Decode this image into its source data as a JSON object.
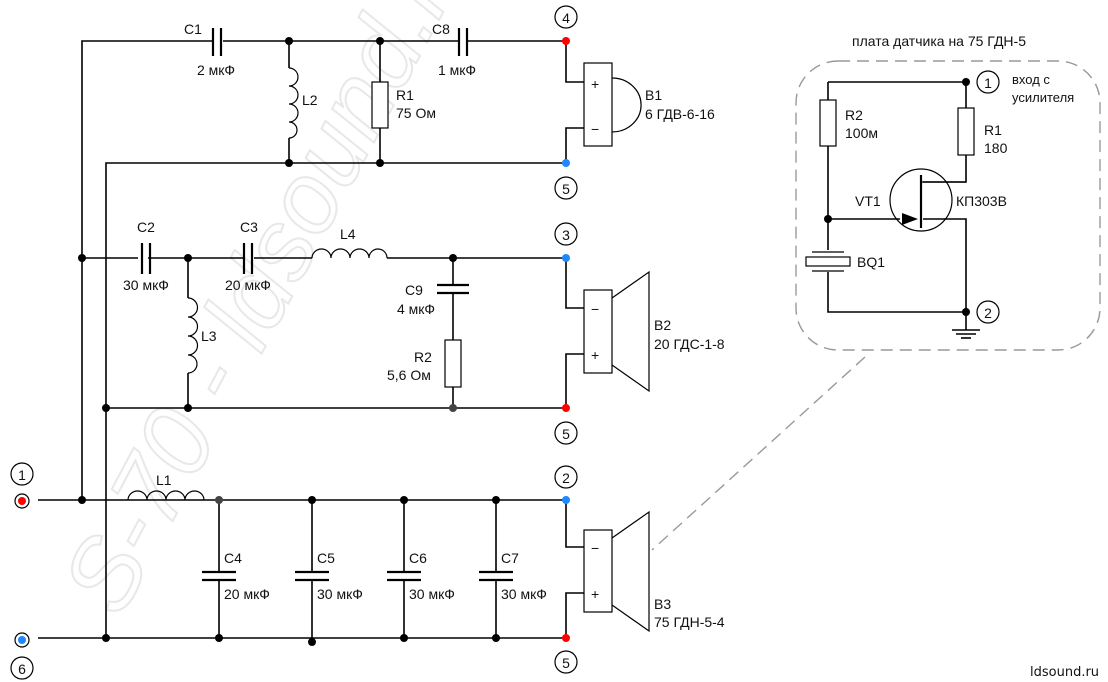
{
  "watermark": "S-70 - ldsound.ru",
  "site_label": "ldsound.ru",
  "colors": {
    "positive_terminal": "#ff0000",
    "negative_terminal": "#1e88ff",
    "wire": "#000000",
    "dashed": "#999999"
  },
  "input_terminals": [
    {
      "number": "1",
      "polarity": "positive"
    },
    {
      "number": "6",
      "polarity": "negative"
    }
  ],
  "output_terminals": {
    "b1_pos": "4",
    "b1_neg": "5",
    "b2_pos": "5",
    "b2_neg": "3",
    "b3_pos": "5",
    "b3_neg": "2"
  },
  "components": {
    "C1": {
      "ref": "C1",
      "value": "2 мкФ"
    },
    "C2": {
      "ref": "C2",
      "value": "30 мкФ"
    },
    "C3": {
      "ref": "C3",
      "value": "20 мкФ"
    },
    "C4": {
      "ref": "C4",
      "value": "20 мкФ"
    },
    "C5": {
      "ref": "C5",
      "value": "30 мкФ"
    },
    "C6": {
      "ref": "C6",
      "value": "30 мкФ"
    },
    "C7": {
      "ref": "C7",
      "value": "30 мкФ"
    },
    "C8": {
      "ref": "C8",
      "value": "1 мкФ"
    },
    "C9": {
      "ref": "C9",
      "value": "4 мкФ"
    },
    "L1": {
      "ref": "L1"
    },
    "L2": {
      "ref": "L2"
    },
    "L3": {
      "ref": "L3"
    },
    "L4": {
      "ref": "L4"
    },
    "R1": {
      "ref": "R1",
      "value": "75 Ом"
    },
    "R2": {
      "ref": "R2",
      "value": "5,6 Ом"
    }
  },
  "speakers": {
    "B1": {
      "ref": "B1",
      "model": "6 ГДВ-6-16"
    },
    "B2": {
      "ref": "B2",
      "model": "20 ГДС-1-8"
    },
    "B3": {
      "ref": "B3",
      "model": "75 ГДН-5-4"
    }
  },
  "polarity_marks": {
    "plus": "+",
    "minus": "−"
  },
  "sensor_board": {
    "title": "плата датчика на 75 ГДН-5",
    "pin1": "1",
    "pin2": "2",
    "pin1_label_line1": "вход с",
    "pin1_label_line2": "усилителя",
    "R1": {
      "ref": "R1",
      "value": "180"
    },
    "R2": {
      "ref": "R2",
      "value": "100м"
    },
    "VT1": {
      "ref": "VT1",
      "model": "КП303В"
    },
    "BQ1": {
      "ref": "BQ1"
    }
  }
}
